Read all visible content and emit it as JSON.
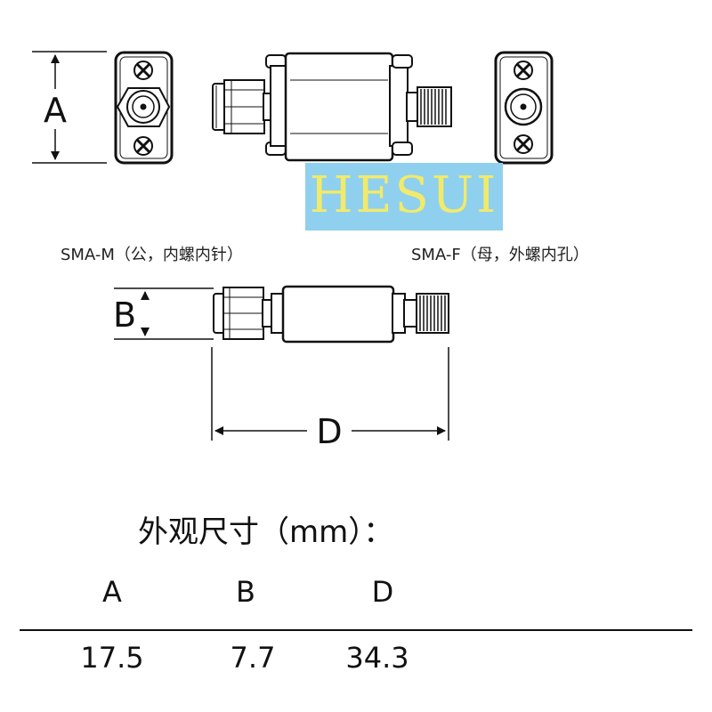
{
  "dimensions": {
    "label_a": "A",
    "label_b": "B",
    "label_d": "D"
  },
  "captions": {
    "male": "SMA-M（公，内螺内针）",
    "female": "SMA-F（母，外螺内孔）"
  },
  "logo": {
    "text": "HESUI",
    "background_color": "#8fd0ee",
    "text_color": "#f2ea6a"
  },
  "table": {
    "title": "外观尺寸（mm）：",
    "headers": [
      "A",
      "B",
      "D"
    ],
    "values": [
      "17.5",
      "7.7",
      "34.3"
    ]
  }
}
